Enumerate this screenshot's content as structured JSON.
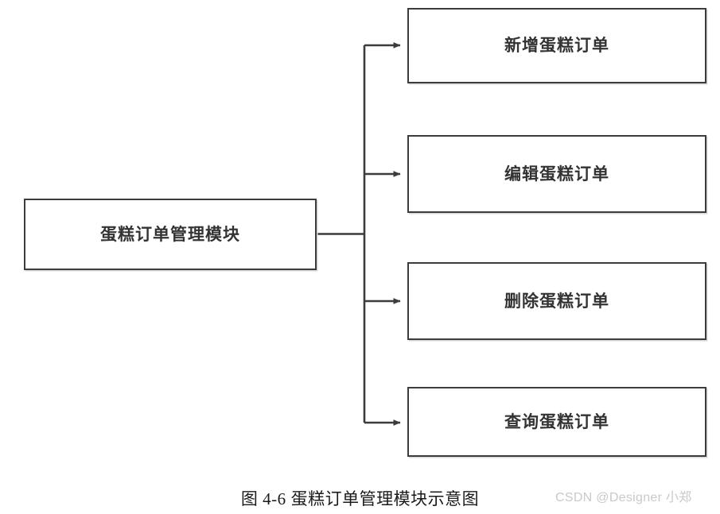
{
  "diagram": {
    "type": "tree-hierarchy",
    "root": {
      "label": "蛋糕订单管理模块"
    },
    "children": [
      {
        "label": "新增蛋糕订单"
      },
      {
        "label": "编辑蛋糕订单"
      },
      {
        "label": "删除蛋糕订单"
      },
      {
        "label": "查询蛋糕订单"
      }
    ],
    "connector": {
      "style": "orthogonal-elbow",
      "arrowhead": "solid-triangle",
      "stroke_color": "#3c3c3c"
    },
    "box_style": {
      "border_color": "#3c3c3c",
      "fill_color": "#ffffff",
      "text_color": "#333333"
    }
  },
  "caption": {
    "number": "图 4-6",
    "text": "蛋糕订单管理模块示意图"
  },
  "watermark": {
    "text": "CSDN @Designer 小郑",
    "color": "#c9c9c9"
  }
}
